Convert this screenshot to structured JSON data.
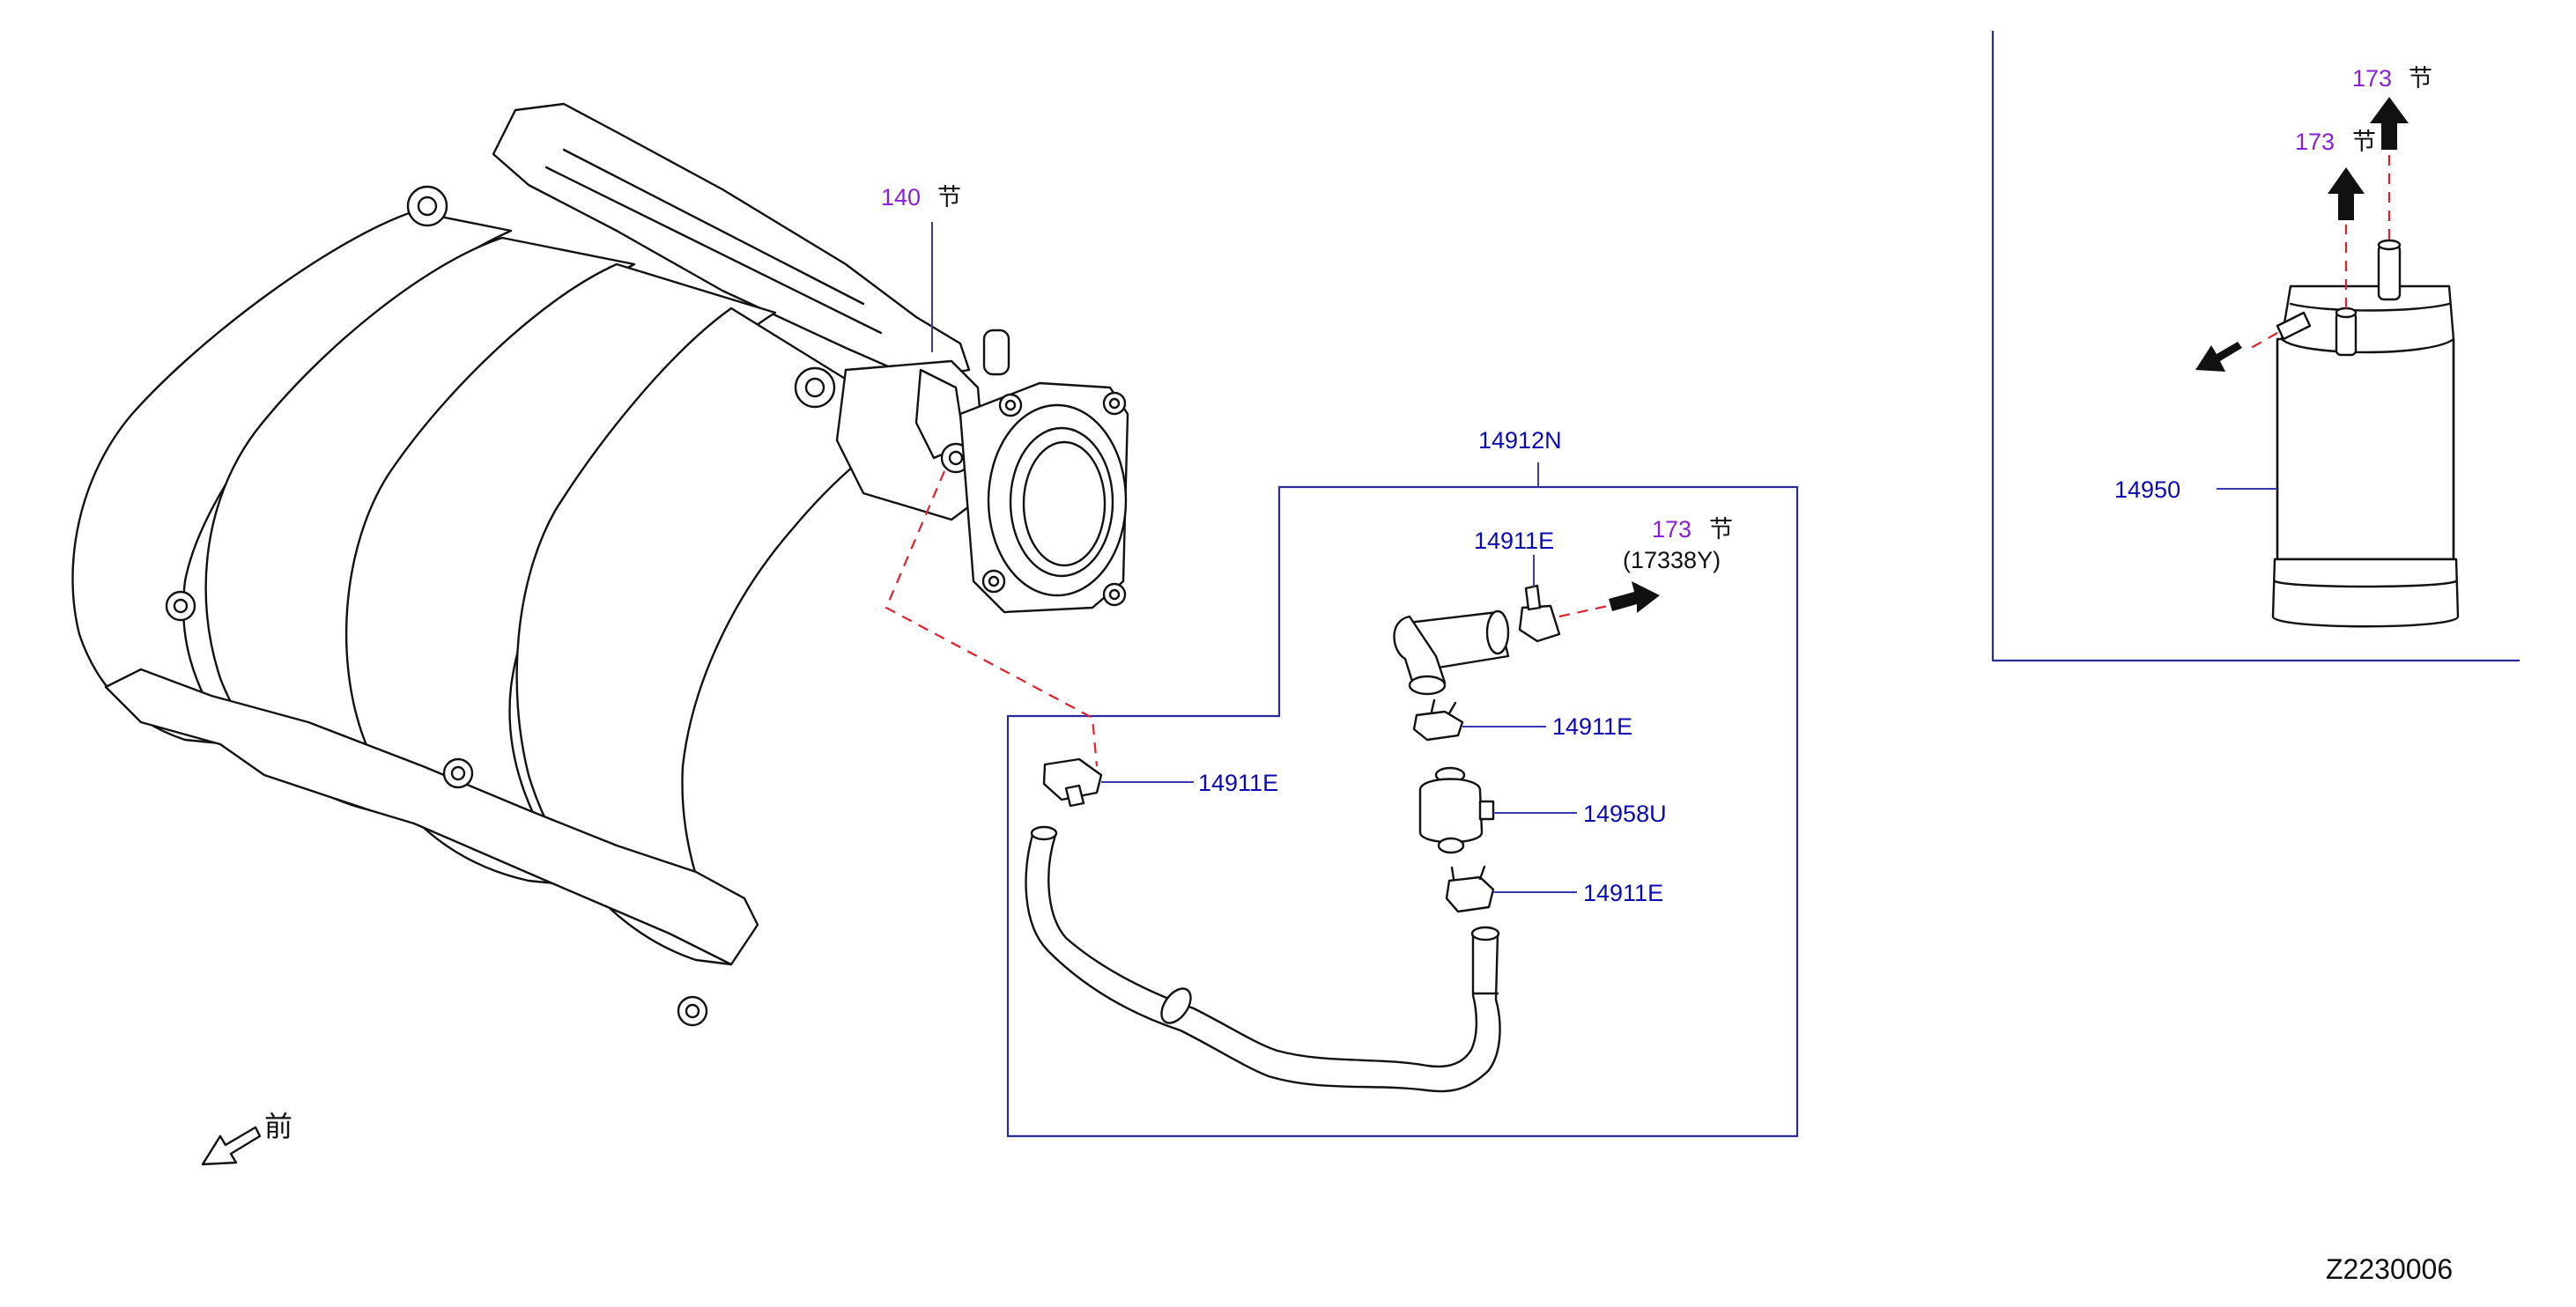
{
  "diagram": {
    "colors": {
      "part_number": "#0a0ab4",
      "section_ref": "#8a1fd6",
      "leader_line": "#3a3ab0",
      "connection_dash": "#e0202a",
      "line_art": "#111111"
    },
    "labels": {
      "ref_140_num": "140",
      "ref_140_char": "节",
      "hose_kit": "14912N",
      "clamp_top": "14911E",
      "ref_173_a_num": "173",
      "ref_173_a_char": "节",
      "ref_17338y": "(17338Y)",
      "clamp_mid": "14911E",
      "clamp_left": "14911E",
      "valve": "14958U",
      "clamp_bottom": "14911E",
      "canister": "14950",
      "ref_173_b_num": "173",
      "ref_173_b_char": "节",
      "ref_173_c_num": "173",
      "ref_173_c_char": "节",
      "front_char": "前",
      "drawing_code": "Z2230006"
    },
    "icons": {
      "front_arrow": "front-direction-arrow-icon",
      "flow_arrow": "flow-direction-arrow-icon"
    }
  }
}
